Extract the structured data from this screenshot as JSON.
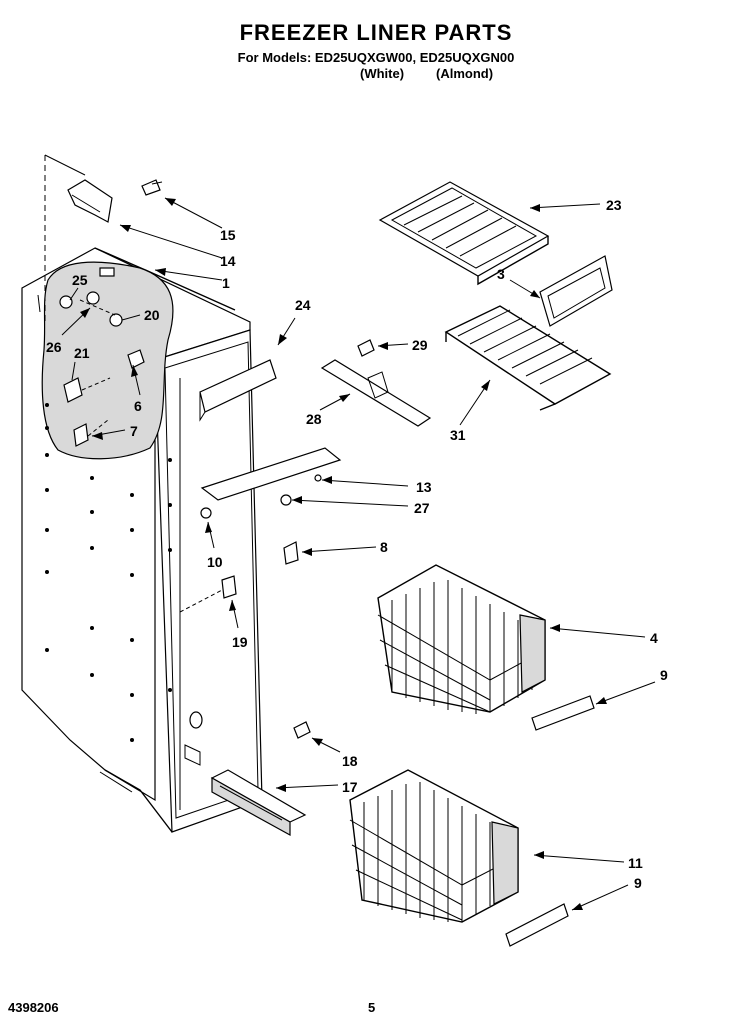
{
  "header": {
    "title": "FREEZER LINER PARTS",
    "models_line": "For Models: ED25UQXGW00, ED25UQXGN00",
    "variant_white": "(White)",
    "variant_almond": "(Almond)"
  },
  "callouts": [
    "23",
    "15",
    "14",
    "1",
    "3",
    "25",
    "20",
    "24",
    "29",
    "26",
    "21",
    "6",
    "28",
    "31",
    "7",
    "13",
    "27",
    "8",
    "10",
    "19",
    "4",
    "9",
    "18",
    "17",
    "11",
    "9"
  ],
  "footer": {
    "doc_number": "4398206",
    "page_number": "5"
  }
}
